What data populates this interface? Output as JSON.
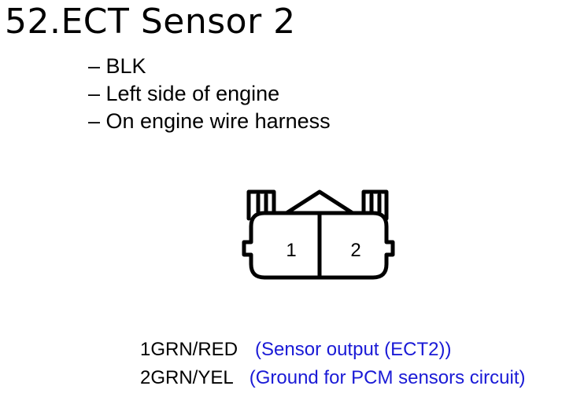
{
  "slide": {
    "title": "52.ECT Sensor 2",
    "bullets": [
      "– BLK",
      "– Left side of engine",
      "– On engine wire harness"
    ]
  },
  "connector": {
    "pins": [
      "1",
      "2"
    ]
  },
  "pinout": [
    {
      "id": "1GRN/RED",
      "description": "(Sensor output (ECT2))"
    },
    {
      "id": "2GRN/YEL",
      "description": "(Ground for PCM sensors circuit)"
    }
  ],
  "colors": {
    "text": "#000000",
    "description": "#1a1ad6"
  }
}
